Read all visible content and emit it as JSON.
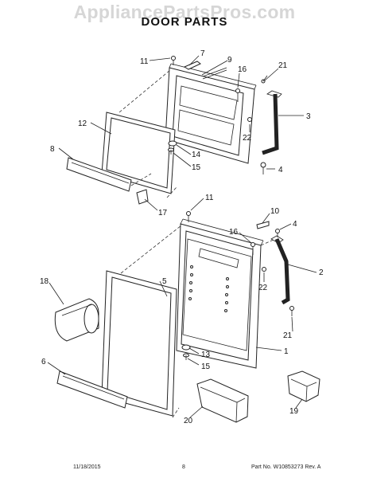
{
  "watermark": "AppliancePartsPros.com",
  "title": "DOOR PARTS",
  "callouts": {
    "c1": "1",
    "c2": "2",
    "c3": "3",
    "c4a": "4",
    "c4b": "4",
    "c5": "5",
    "c6": "6",
    "c7": "7",
    "c8": "8",
    "c9": "9",
    "c10": "10",
    "c11a": "11",
    "c11b": "11",
    "c12": "12",
    "c13": "13",
    "c14": "14",
    "c15a": "15",
    "c15b": "15",
    "c16a": "16",
    "c16b": "16",
    "c17": "17",
    "c18": "18",
    "c19": "19",
    "c20": "20",
    "c21a": "21",
    "c21b": "21",
    "c22a": "22",
    "c22b": "22"
  },
  "footer": {
    "date": "11/18/2015",
    "page": "8",
    "part": "Part No.  W10853273   Rev.  A"
  }
}
